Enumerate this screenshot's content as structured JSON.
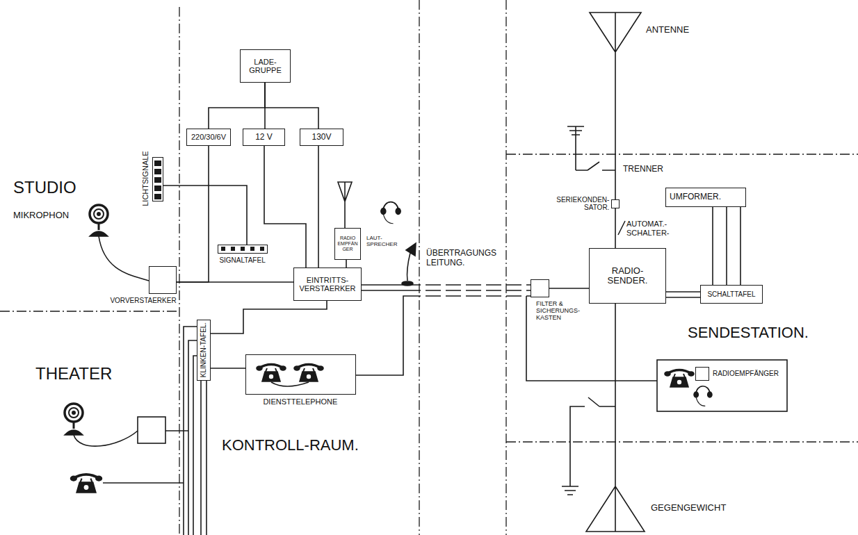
{
  "diagram": {
    "nodes": [
      {
        "text": [
          "LADE- GRUPPE"
        ]
      },
      {
        "text": [
          "220/30/6V"
        ]
      },
      {
        "text": [
          "12 V"
        ]
      },
      {
        "text": [
          "130V"
        ]
      },
      {
        "text": [
          "LICHTSIGNALE"
        ]
      },
      {
        "text": [
          "SIGNALTAFEL"
        ]
      },
      {
        "text": [
          "RADIO EMPFÄN GER"
        ]
      },
      {
        "text": [
          "VORVERSTAERKER"
        ]
      },
      {
        "text": [
          "EINTRITTS- VERSTAERKER"
        ]
      },
      {
        "text": [
          "KLINKEN-TAFEL."
        ]
      },
      {
        "text": [
          "DIENSTTELEPHONE"
        ]
      },
      {
        "text": [
          "UMFORMER."
        ]
      },
      {
        "text": [
          "SERIEKONDEN- SATOR."
        ]
      },
      {
        "text": [
          "FILTER & SICHERUNGS- KASTEN"
        ]
      },
      {
        "text": [
          "RADIO- SENDER."
        ]
      },
      {
        "text": [
          "SCHALTTAFEL"
        ]
      },
      {
        "text": [
          "RADIOEMPFÄNGER"
        ]
      }
    ],
    "edges": [
      {
        "from": 0,
        "to": 1,
        "arrow": "none"
      },
      {
        "from": 0,
        "to": 2,
        "arrow": "none"
      },
      {
        "from": 0,
        "to": 3,
        "arrow": "none"
      },
      {
        "from": 1,
        "to": 7,
        "arrow": "none"
      },
      {
        "from": 2,
        "to": 8,
        "arrow": "none"
      },
      {
        "from": 3,
        "to": 8,
        "arrow": "none"
      },
      {
        "from": 4,
        "to": 5,
        "arrow": "none"
      },
      {
        "from": 7,
        "to": 8,
        "arrow": "none"
      },
      {
        "from": 6,
        "to": 8,
        "arrow": "none"
      },
      {
        "from": 9,
        "to": 8,
        "arrow": "none"
      },
      {
        "from": 9,
        "to": 10,
        "arrow": "none"
      },
      {
        "from": 8,
        "to": 13,
        "arrow": "none"
      },
      {
        "from": 10,
        "to": 13,
        "arrow": "none"
      },
      {
        "from": 13,
        "to": 14,
        "arrow": "none"
      },
      {
        "from": 14,
        "to": 15,
        "arrow": "none"
      },
      {
        "from": 11,
        "to": 15,
        "arrow": "none"
      },
      {
        "from": 12,
        "to": 14,
        "arrow": "none"
      }
    ],
    "labels": [
      "STUDIO",
      "THEATER",
      "KONTROLL-RAUM.",
      "SENDESTATION.",
      "MIKROPHON",
      "ANTENNE",
      "TRENNER",
      "AUTOMAT.- SCHALTER-",
      "GEGENGEWICHT",
      "LAUT- SPRECHER",
      "ÜBERTRAGUNGS LEITUNG."
    ]
  }
}
